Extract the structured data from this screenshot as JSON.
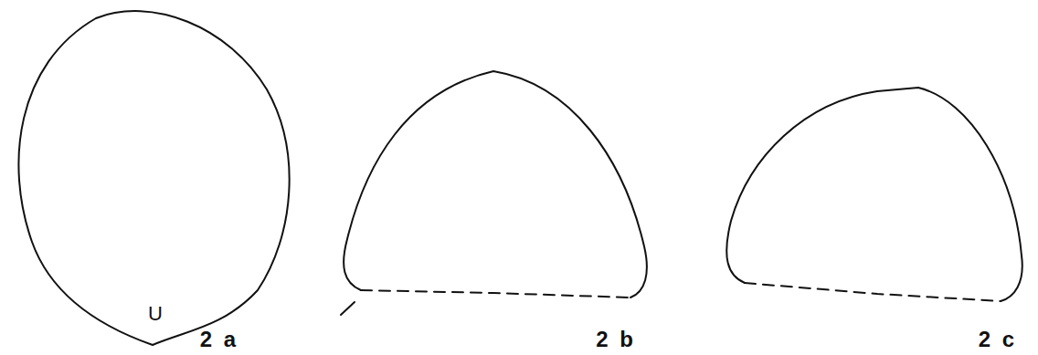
{
  "diagram": {
    "labels": [
      "U",
      "2 a",
      "2 b",
      "2 c"
    ]
  }
}
